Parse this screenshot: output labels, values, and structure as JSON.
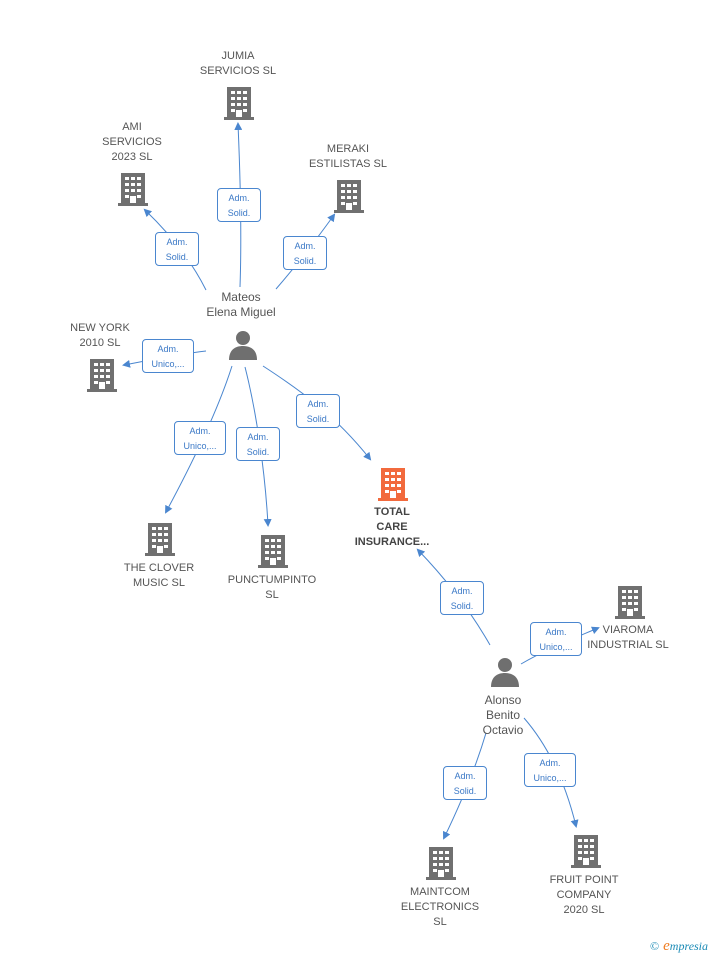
{
  "colors": {
    "edge": "#4a86cf",
    "company": "#707070",
    "focus_company": "#f26a3d",
    "person": "#6f6f6f",
    "label": "#555555"
  },
  "people": {
    "mateos": {
      "name_line1": "Mateos",
      "name_line2": "Elena Miguel",
      "icon": "person-icon"
    },
    "alonso": {
      "name_line1": "Alonso",
      "name_line2": "Benito",
      "name_line3": "Octavio",
      "icon": "person-icon"
    }
  },
  "companies": {
    "jumia": {
      "line1": "JUMIA",
      "line2": "SERVICIOS  SL",
      "icon": "building-icon"
    },
    "ami": {
      "line1": "AMI",
      "line2": "SERVICIOS",
      "line3": "2023  SL",
      "icon": "building-icon"
    },
    "meraki": {
      "line1": "MERAKI",
      "line2": "ESTILISTAS  SL",
      "icon": "building-icon"
    },
    "newyork": {
      "line1": "NEW YORK",
      "line2": "2010 SL",
      "icon": "building-icon"
    },
    "clover": {
      "line1": "THE CLOVER",
      "line2": "MUSIC  SL",
      "icon": "building-icon"
    },
    "punctum": {
      "line1": "PUNCTUMPINTO",
      "line2": "SL",
      "icon": "building-icon"
    },
    "total": {
      "line1": "TOTAL",
      "line2": "CARE",
      "line3": "INSURANCE...",
      "icon": "building-icon"
    },
    "viaroma": {
      "line1": "VIAROMA",
      "line2": "INDUSTRIAL  SL",
      "icon": "building-icon"
    },
    "maintcom": {
      "line1": "MAINTCOM",
      "line2": "ELECTRONICS",
      "line3": "SL",
      "icon": "building-icon"
    },
    "fruit": {
      "line1": "FRUIT POINT",
      "line2": "COMPANY",
      "line3": "2020  SL",
      "icon": "building-icon"
    }
  },
  "edges": {
    "mateos_jumia": {
      "line1": "Adm.",
      "line2": "Solid."
    },
    "mateos_ami": {
      "line1": "Adm.",
      "line2": "Solid."
    },
    "mateos_meraki": {
      "line1": "Adm.",
      "line2": "Solid."
    },
    "mateos_newyork": {
      "line1": "Adm.",
      "line2": "Unico,..."
    },
    "mateos_clover": {
      "line1": "Adm.",
      "line2": "Unico,..."
    },
    "mateos_punctum": {
      "line1": "Adm.",
      "line2": "Solid."
    },
    "mateos_total": {
      "line1": "Adm.",
      "line2": "Solid."
    },
    "alonso_total": {
      "line1": "Adm.",
      "line2": "Solid."
    },
    "alonso_viaroma": {
      "line1": "Adm.",
      "line2": "Unico,..."
    },
    "alonso_maintcom": {
      "line1": "Adm.",
      "line2": "Solid."
    },
    "alonso_fruit": {
      "line1": "Adm.",
      "line2": "Unico,..."
    }
  },
  "brand": {
    "copyright": "©",
    "initial": "e",
    "rest": "mpresia"
  }
}
